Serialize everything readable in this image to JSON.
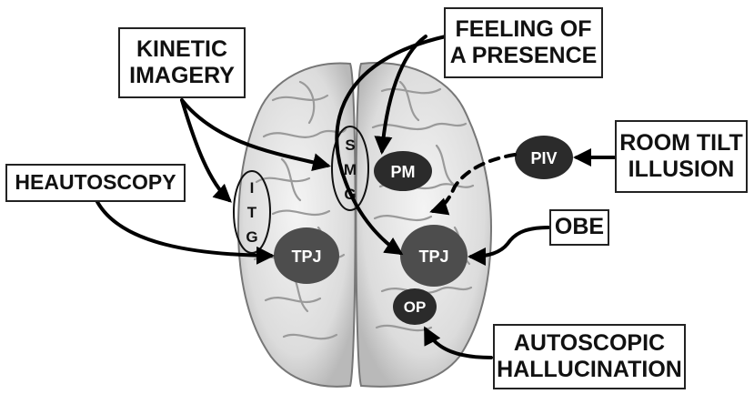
{
  "labels": {
    "kinetic_imagery": [
      "KINETIC",
      "IMAGERY"
    ],
    "feeling_of_presence": [
      "FEELING OF",
      "A PRESENCE"
    ],
    "room_tilt_illusion": [
      "ROOM TILT",
      "ILLUSION"
    ],
    "heautoscopy": "HEAUTOSCOPY",
    "obe": "OBE",
    "autoscopic_hallucination": [
      "AUTOSCOPIC",
      "HALLUCINATION"
    ]
  },
  "regions": {
    "pm": "PM",
    "piv": "PIV",
    "tpj_left": "TPJ",
    "tpj_right": "TPJ",
    "op": "OP"
  },
  "gyri": {
    "smg": [
      "S",
      "M",
      "G"
    ],
    "itg": [
      "I",
      "T",
      "G"
    ]
  },
  "colors": {
    "dark_region": "#2b2b2b",
    "mid_region": "#4d4d4d",
    "brain_fill": "#e6e6e6",
    "brain_stroke": "#777777",
    "arrow": "#000000"
  }
}
